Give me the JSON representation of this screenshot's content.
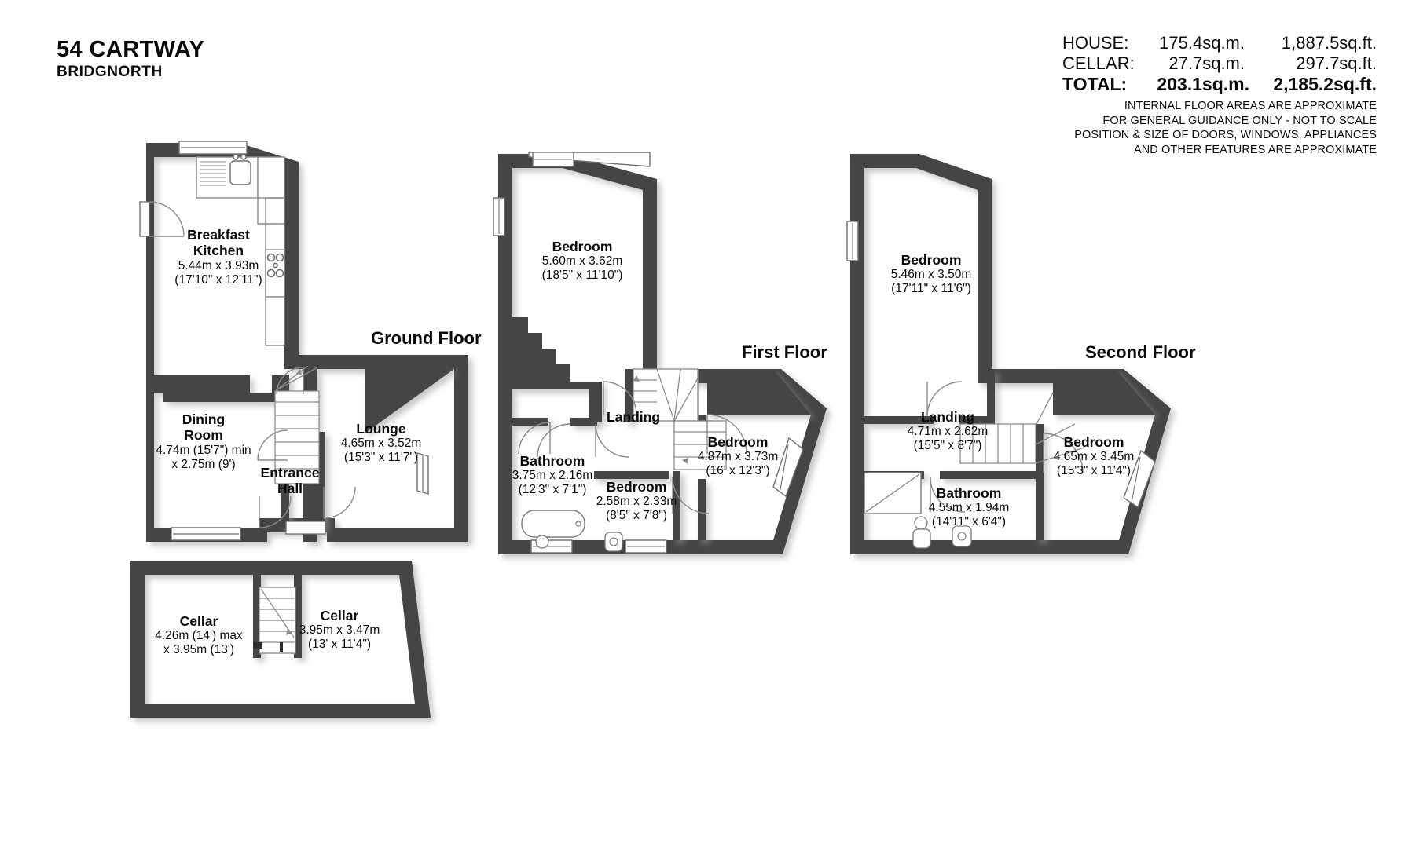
{
  "title": {
    "name": "54 CARTWAY",
    "location": "BRIDGNORTH"
  },
  "areas": {
    "rows": [
      {
        "label": "HOUSE:",
        "sqm": "175.4sq.m.",
        "sqft": "1,887.5sq.ft."
      },
      {
        "label": "CELLAR:",
        "sqm": "27.7sq.m.",
        "sqft": "297.7sq.ft."
      }
    ],
    "total": {
      "label": "TOTAL:",
      "sqm": "203.1sq.m.",
      "sqft": "2,185.2sq.ft."
    },
    "disclaimer": [
      "INTERNAL FLOOR AREAS ARE APPROXIMATE",
      "FOR GENERAL GUIDANCE ONLY - NOT TO SCALE",
      "POSITION & SIZE OF DOORS, WINDOWS, APPLIANCES",
      "AND OTHER FEATURES ARE APPROXIMATE"
    ]
  },
  "captions": {
    "ground": "Ground Floor",
    "first": "First Floor",
    "second": "Second Floor"
  },
  "colors": {
    "wall": "#454545",
    "wall_dark": "#3d3d3d",
    "text": "#0a0a0a",
    "fixture_stroke": "#7a7a7a",
    "background": "#ffffff"
  },
  "rooms": {
    "ground": [
      {
        "name": "Breakfast Kitchen",
        "name_lines": [
          "Breakfast",
          "Kitchen"
        ],
        "dims_metric": "5.44m x 3.93m",
        "dims_imperial": "(17'10\" x 12'11\")"
      },
      {
        "name": "Dining Room",
        "name_lines": [
          "Dining",
          "Room"
        ],
        "dims_metric": "4.74m (15'7\") min",
        "dims_imperial": "x 2.75m (9')"
      },
      {
        "name": "Entrance Hall",
        "name_lines": [
          "Entrance",
          "Hall"
        ],
        "dims_metric": "",
        "dims_imperial": ""
      },
      {
        "name": "Lounge",
        "name_lines": [
          "Lounge"
        ],
        "dims_metric": "4.65m x 3.52m",
        "dims_imperial": "(15'3\" x 11'7\")"
      },
      {
        "name": "Cellar",
        "name_lines": [
          "Cellar"
        ],
        "dims_metric": "4.26m (14') max",
        "dims_imperial": "x 3.95m (13')"
      },
      {
        "name": "Cellar",
        "name_lines": [
          "Cellar"
        ],
        "dims_metric": "3.95m x 3.47m",
        "dims_imperial": "(13' x 11'4\")"
      }
    ],
    "first": [
      {
        "name": "Bedroom",
        "name_lines": [
          "Bedroom"
        ],
        "dims_metric": "5.60m x 3.62m",
        "dims_imperial": "(18'5\" x 11'10\")"
      },
      {
        "name": "Landing",
        "name_lines": [
          "Landing"
        ],
        "dims_metric": "",
        "dims_imperial": ""
      },
      {
        "name": "Bathroom",
        "name_lines": [
          "Bathroom"
        ],
        "dims_metric": "3.75m x 2.16m",
        "dims_imperial": "(12'3\" x 7'1\")"
      },
      {
        "name": "Bedroom",
        "name_lines": [
          "Bedroom"
        ],
        "dims_metric": "2.58m x 2.33m",
        "dims_imperial": "(8'5\" x 7'8\")"
      },
      {
        "name": "Bedroom",
        "name_lines": [
          "Bedroom"
        ],
        "dims_metric": "4.87m x 3.73m",
        "dims_imperial": "(16' x 12'3\")"
      }
    ],
    "second": [
      {
        "name": "Bedroom",
        "name_lines": [
          "Bedroom"
        ],
        "dims_metric": "5.46m x 3.50m",
        "dims_imperial": "(17'11\" x 11'6\")"
      },
      {
        "name": "Landing",
        "name_lines": [
          "Landing"
        ],
        "dims_metric": "4.71m x 2.62m",
        "dims_imperial": "(15'5\" x 8'7\")"
      },
      {
        "name": "Bathroom",
        "name_lines": [
          "Bathroom"
        ],
        "dims_metric": "4.55m x 1.94m",
        "dims_imperial": "(14'11\" x 6'4\")"
      },
      {
        "name": "Bedroom",
        "name_lines": [
          "Bedroom"
        ],
        "dims_metric": "4.65m x 3.45m",
        "dims_imperial": "(15'3\" x 11'4\")"
      }
    ]
  }
}
